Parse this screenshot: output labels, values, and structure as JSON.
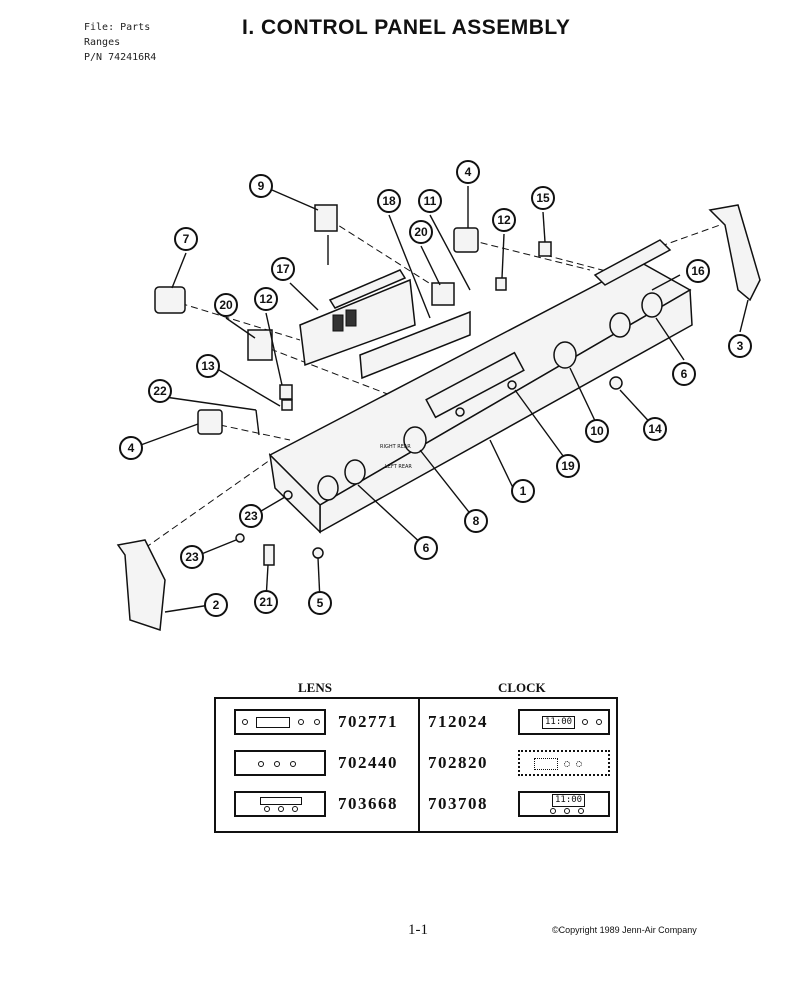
{
  "header": {
    "file_line": "File: Parts",
    "category_line": "Ranges",
    "pn_line": "P/N 742416R4",
    "title": "I. CONTROL PANEL ASSEMBLY"
  },
  "callouts": [
    "9",
    "18",
    "11",
    "4",
    "12",
    "15",
    "20",
    "17",
    "7",
    "16",
    "20",
    "12",
    "3",
    "13",
    "6",
    "22",
    "14",
    "10",
    "4",
    "19",
    "1",
    "23",
    "8",
    "6",
    "23",
    "2",
    "21",
    "5"
  ],
  "panel_labels": [
    "RIGHT REAR",
    "LEFT REAR"
  ],
  "table": {
    "lens_heading": "LENS",
    "clock_heading": "CLOCK",
    "lens_parts": [
      "702771",
      "702440",
      "703668"
    ],
    "clock_parts": [
      "712024",
      "702820",
      "703708"
    ],
    "clock_display": "11:00"
  },
  "footer": {
    "page": "1-1",
    "copyright": "©Copyright 1989 Jenn-Air Company"
  }
}
